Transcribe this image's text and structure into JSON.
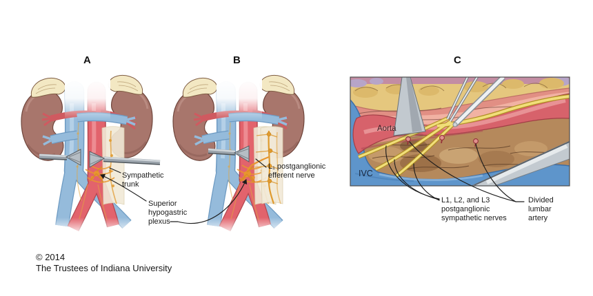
{
  "figure": {
    "panels": [
      {
        "letter": "A"
      },
      {
        "letter": "B"
      },
      {
        "letter": "C"
      }
    ],
    "labels": {
      "sympathetic_trunk": "Sympathetic\ntrunk",
      "superior_hypogastric_plexus": "Superior\nhypogastric\nplexus",
      "l1_postganglionic_efferent_nerve": "L₁ postganglionic\nefferent nerve",
      "l123_postganglionic_sympathetic_nerves": "L1, L2, and L3\npostganglionic\nsympathetic nerves",
      "divided_lumbar_artery": "Divided\nlumbar\nartery",
      "aorta": "Aorta",
      "ivc": "IVC"
    },
    "copyright": "© 2014\nThe Trustees of Indiana University",
    "colors": {
      "kidney": "#a8766c",
      "adrenal": "#f3e8c3",
      "vein_blue": "#95bbdb",
      "artery_red": "#e2636c",
      "nerve_orange": "#e2a13f",
      "nerve_yellow_bright": "#f1de79",
      "retractor_gray": "#b6bec5",
      "ivc_deep_blue": "#5e95cb",
      "aorta_deep_red": "#d7626b",
      "tissue_brown": "#b5895c",
      "muscle_pink": "#e18f84",
      "fat_yellow": "#e5c77e",
      "background": "#ffffff"
    }
  }
}
